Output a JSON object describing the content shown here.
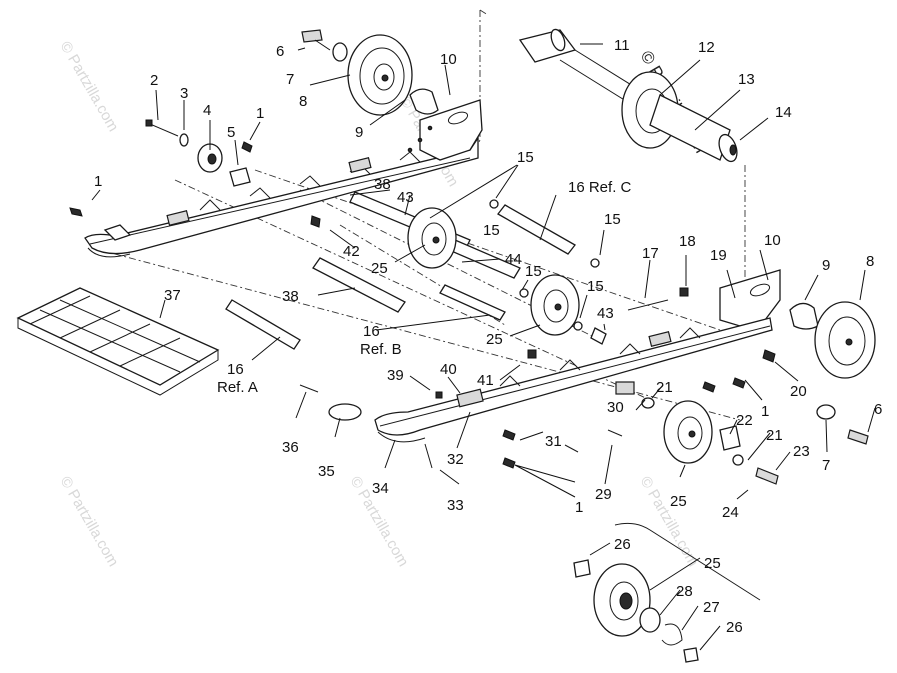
{
  "diagram": {
    "callouts": [
      {
        "id": "c6a",
        "text": "6"
      },
      {
        "id": "c7a",
        "text": "7"
      },
      {
        "id": "c8a",
        "text": "8"
      },
      {
        "id": "c9a",
        "text": "9"
      },
      {
        "id": "c10a",
        "text": "10"
      },
      {
        "id": "c11",
        "text": "11"
      },
      {
        "id": "c12",
        "text": "12"
      },
      {
        "id": "c13",
        "text": "13"
      },
      {
        "id": "c14",
        "text": "14"
      },
      {
        "id": "c2",
        "text": "2"
      },
      {
        "id": "c3",
        "text": "3"
      },
      {
        "id": "c4",
        "text": "4"
      },
      {
        "id": "c5",
        "text": "5"
      },
      {
        "id": "c1a",
        "text": "1"
      },
      {
        "id": "c1b",
        "text": "1"
      },
      {
        "id": "c15a",
        "text": "15"
      },
      {
        "id": "c38a",
        "text": "38"
      },
      {
        "id": "c43a",
        "text": "43"
      },
      {
        "id": "c16c",
        "text": "16 Ref. C"
      },
      {
        "id": "c15b",
        "text": "15"
      },
      {
        "id": "c15c",
        "text": "15"
      },
      {
        "id": "c42",
        "text": "42"
      },
      {
        "id": "c25a",
        "text": "25"
      },
      {
        "id": "c44",
        "text": "44"
      },
      {
        "id": "c17",
        "text": "17"
      },
      {
        "id": "c18",
        "text": "18"
      },
      {
        "id": "c19",
        "text": "19"
      },
      {
        "id": "c10b",
        "text": "10"
      },
      {
        "id": "c9b",
        "text": "9"
      },
      {
        "id": "c8b",
        "text": "8"
      },
      {
        "id": "c15d",
        "text": "15"
      },
      {
        "id": "c15e",
        "text": "15"
      },
      {
        "id": "c43b",
        "text": "43"
      },
      {
        "id": "c37",
        "text": "37"
      },
      {
        "id": "c38b",
        "text": "38"
      },
      {
        "id": "c16b",
        "text": "16"
      },
      {
        "id": "c16b2",
        "text": "Ref. B"
      },
      {
        "id": "c25b",
        "text": "25"
      },
      {
        "id": "c16a",
        "text": "16"
      },
      {
        "id": "c16a2",
        "text": "Ref. A"
      },
      {
        "id": "c39",
        "text": "39"
      },
      {
        "id": "c40",
        "text": "40"
      },
      {
        "id": "c41",
        "text": "41"
      },
      {
        "id": "c21a",
        "text": "21"
      },
      {
        "id": "c30",
        "text": "30"
      },
      {
        "id": "c1c",
        "text": "1"
      },
      {
        "id": "c20",
        "text": "20"
      },
      {
        "id": "c6b",
        "text": "6"
      },
      {
        "id": "c7b",
        "text": "7"
      },
      {
        "id": "c31",
        "text": "31"
      },
      {
        "id": "c22",
        "text": "22"
      },
      {
        "id": "c21b",
        "text": "21"
      },
      {
        "id": "c23",
        "text": "23"
      },
      {
        "id": "c36",
        "text": "36"
      },
      {
        "id": "c35",
        "text": "35"
      },
      {
        "id": "c34",
        "text": "34"
      },
      {
        "id": "c32",
        "text": "32"
      },
      {
        "id": "c33",
        "text": "33"
      },
      {
        "id": "c29",
        "text": "29"
      },
      {
        "id": "c25c",
        "text": "25"
      },
      {
        "id": "c24",
        "text": "24"
      },
      {
        "id": "c1d",
        "text": "1"
      },
      {
        "id": "c26a",
        "text": "26"
      },
      {
        "id": "c25d",
        "text": "25"
      },
      {
        "id": "c28",
        "text": "28"
      },
      {
        "id": "c27",
        "text": "27"
      },
      {
        "id": "c26b",
        "text": "26"
      }
    ],
    "watermark_main": "© Partzilla.com",
    "watermark_faint": "© Partzilla.com"
  }
}
